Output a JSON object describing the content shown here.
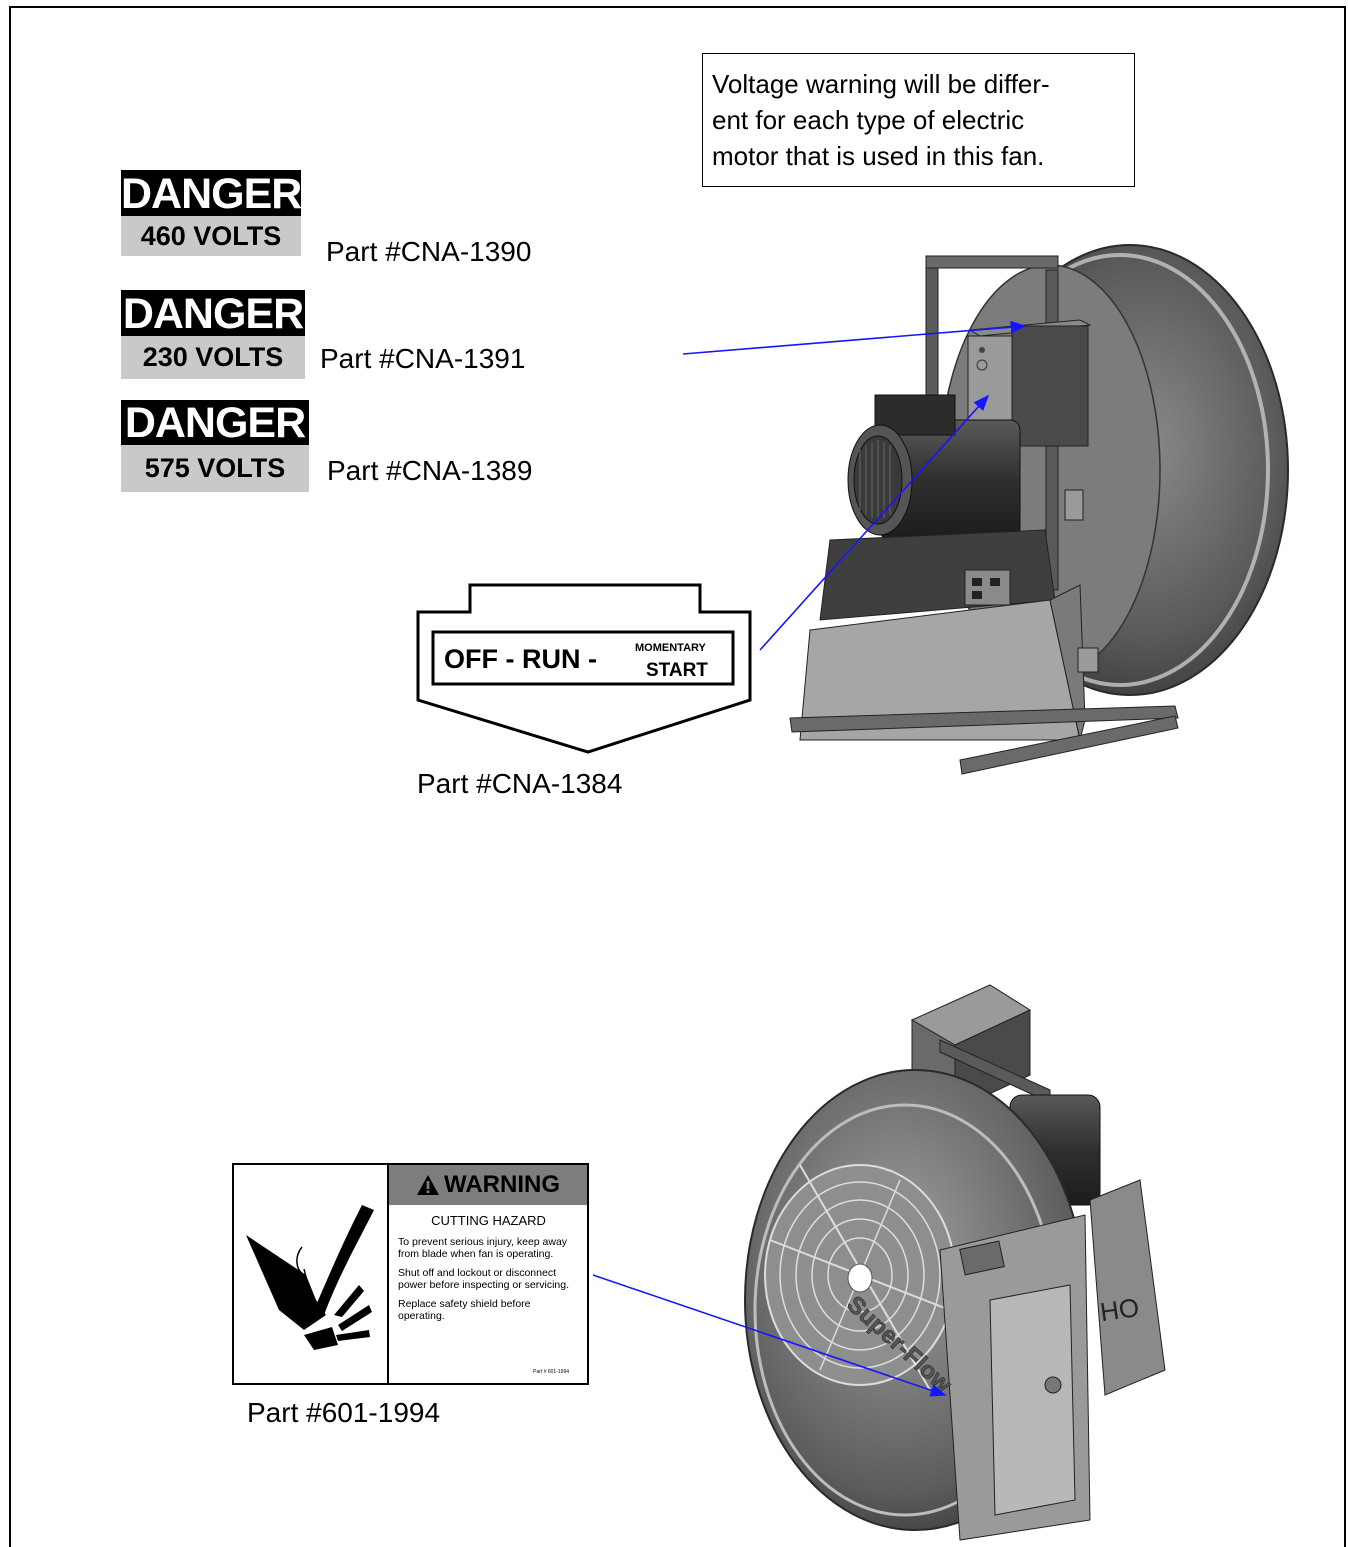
{
  "note": {
    "lines": [
      "Voltage warning will be differ-",
      "ent for each type of electric",
      "motor that is used in this fan."
    ]
  },
  "danger_labels": [
    {
      "word": "DANGER",
      "volts": "460 VOLTS",
      "part": "Part #CNA-1390"
    },
    {
      "word": "DANGER",
      "volts": "230 VOLTS",
      "part": "Part #CNA-1391"
    },
    {
      "word": "DANGER",
      "volts": "575 VOLTS",
      "part": "Part #CNA-1389"
    }
  ],
  "switch_label": {
    "off_run": "OFF - RUN -",
    "momentary": "MOMENTARY",
    "start": "START",
    "part": "Part #CNA-1384"
  },
  "warning_label": {
    "header": "WARNING",
    "title": "CUTTING HAZARD",
    "para1": "To prevent serious injury, keep away from blade when fan is operating.",
    "para2": "Shut off and lockout or disconnect power before inspecting or servicing.",
    "para3": "Replace safety shield before operating.",
    "small_part": "Part # 601-1994",
    "part": "Part #601-1994"
  },
  "fan_rear": {
    "brand_text": "HO"
  },
  "fan_front": {
    "brand_text": "Super-Flow"
  },
  "colors": {
    "arrow": "#1515ff",
    "metal_dark": "#4a4a4a",
    "metal_mid": "#6e6e6e",
    "metal_light": "#a8a8a8"
  }
}
